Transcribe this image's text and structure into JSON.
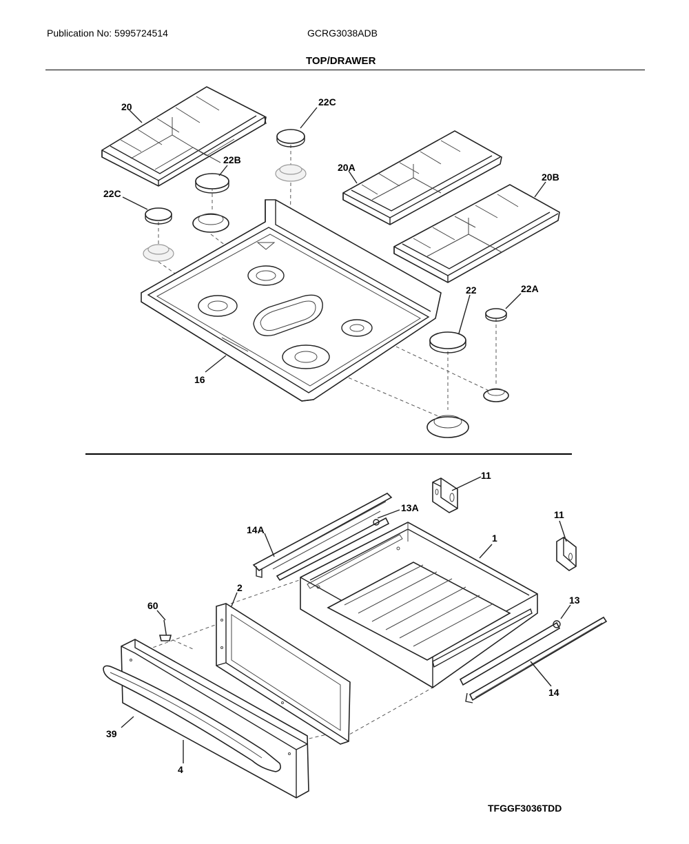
{
  "header": {
    "publication": "Publication No: 5995724514",
    "model": "GCRG3038ADB",
    "section_title": "TOP/DRAWER"
  },
  "callouts": {
    "p20": "20",
    "p22c_top": "22C",
    "p22b": "22B",
    "p22c_left": "22C",
    "p20a": "20A",
    "p20b": "20B",
    "p22": "22",
    "p22a": "22A",
    "p16": "16",
    "p11_top": "11",
    "p13a": "13A",
    "p14a": "14A",
    "p11_right": "11",
    "p1": "1",
    "p2": "2",
    "p60": "60",
    "p13": "13",
    "p14": "14",
    "p39": "39",
    "p4": "4"
  },
  "footer": {
    "drawing_code": "TFGGF3036TDD"
  }
}
